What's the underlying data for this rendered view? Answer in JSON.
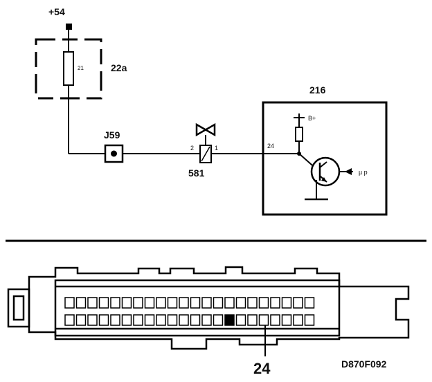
{
  "labels": {
    "supply": "+54",
    "fuse_box": "22a",
    "fuse_number": "21",
    "junction": "J59",
    "component_valve": "581",
    "valve_pin_left": "2",
    "valve_pin_right": "1",
    "control_unit": "216",
    "ecu_pin": "24",
    "battery": "B+",
    "mu_p": "µ p",
    "connector_pin_callout": "24",
    "drawing_code": "D870F092"
  },
  "connector": {
    "top_row_pins": 22,
    "bottom_row_pins": 22,
    "highlighted_row": "bottom",
    "highlighted_pin_index": 14
  }
}
